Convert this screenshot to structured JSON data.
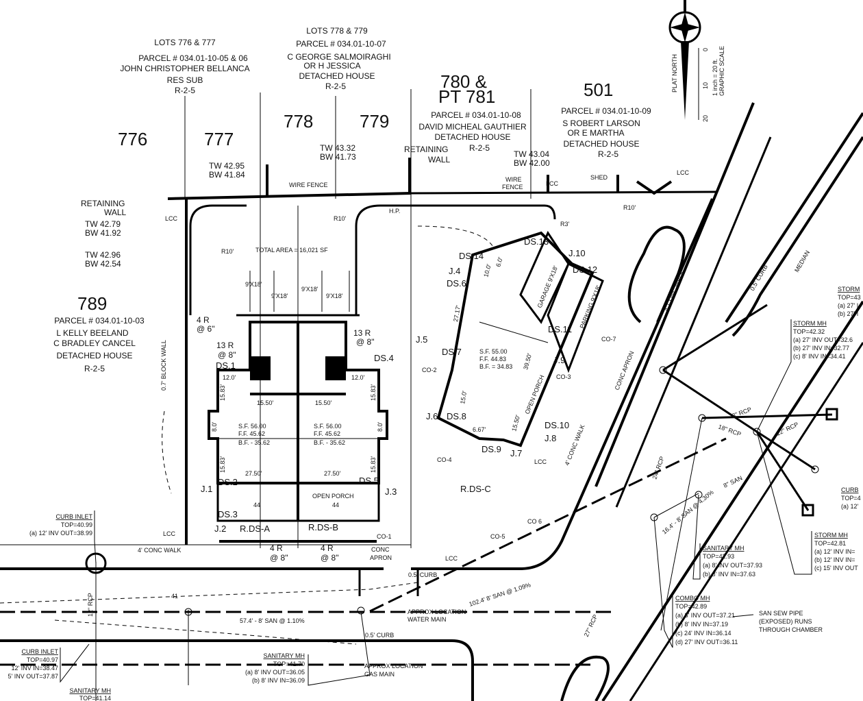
{
  "lots": {
    "l776": "776",
    "l777": "777",
    "l778": "778",
    "l779": "779",
    "l780a": "780 &",
    "l780b": "PT 781",
    "l501": "501",
    "l789": "789"
  },
  "parcels": {
    "p776_777": [
      "LOTS 776 & 777",
      "PARCEL # 034.01-10-05 & 06",
      "JOHN CHRISTOPHER BELLANCA",
      "RES SUB",
      "R-2-5"
    ],
    "p778_779": [
      "LOTS 778 & 779",
      "PARCEL # 034.01-10-07",
      "C GEORGE SALMOIRAGHI",
      "OR    H JESSICA",
      "DETACHED HOUSE",
      "R-2-5"
    ],
    "p780": [
      "PARCEL # 034.01-10-08",
      "DAVID MICHEAL GAUTHIER",
      "DETACHED HOUSE",
      "R-2-5"
    ],
    "p501": [
      "PARCEL # 034.01-10-09",
      "S ROBERT LARSON",
      "OR     E MARTHA",
      "DETACHED HOUSE",
      "R-2-5"
    ],
    "p789": [
      "PARCEL # 034.01-10-03",
      "L KELLY BEELAND",
      "C BRADLEY CANCEL",
      "DETACHED HOUSE",
      "R-2-5"
    ]
  },
  "north_arrow": {
    "label": "PLAT NORTH",
    "scale_label": "GRAPHIC SCALE",
    "scale_note": "1 inch = 20 ft.",
    "ticks": [
      "0",
      "10",
      "20"
    ]
  },
  "walls": {
    "tw1": "TW 42.95",
    "bw1": "BW 41.84",
    "tw2": "TW 43.32",
    "bw2": "BW 41.73",
    "tw3": "TW 43.04",
    "bw3": "BW 42.00",
    "ret_left": [
      "RETAINING",
      "WALL"
    ],
    "tw4": "TW 42.79",
    "bw4": "BW 41.92",
    "tw5": "TW 42.96",
    "bw5": "BW 42.54",
    "ret_top": [
      "RETAINING",
      "WALL"
    ],
    "wire_fence": "WIRE FENCE",
    "wire_fence2": [
      "WIRE",
      "FENCE"
    ],
    "block_wall": "0.7' BLOCK WALL",
    "shed": "SHED"
  },
  "site": {
    "total_area": "TOTAL AREA = 16,021 SF",
    "parking": "9'X18'",
    "garage": "GARAGE 9'X18'",
    "parking_label": "PARKING 9'X18'",
    "open_porch": "OPEN PORCH",
    "conc_walk": "4' CONC WALK",
    "conc_walk2": "4' CONC WALK",
    "conc_apron": [
      "CONC",
      "APRON"
    ],
    "conc_apron2": "CONC APRON",
    "curb": "0.5' CURB",
    "curb2": "0.5' CURB",
    "median": "MEDIAN",
    "r10": "R10'",
    "r3": "R3'",
    "lcc": "LCC",
    "hp": "H.P."
  },
  "duplex": {
    "sf": "S.F.   56.00",
    "ff": "F.F.   45.62",
    "bf": "B.F. - 35.62",
    "dim_12": "12.0'",
    "dim_1550": "15.50'",
    "dim_2750": "27.50'",
    "dim_1583": "15.83'",
    "dim_80": "8.0'",
    "steps_4r": [
      "4 R",
      "@ 6\""
    ],
    "steps_13r": [
      "13 R",
      "@ 8\""
    ],
    "steps_4r8": [
      "4 R",
      "@ 8\""
    ],
    "porch_elev": "44"
  },
  "house": {
    "sf": "S.F.   55.00",
    "ff": "F.F.   44.83",
    "bf": "B.F. = 34.83",
    "open_porch": "OPEN PORCH",
    "dims": [
      "27.17'",
      "39.50'",
      "10.0'",
      "6.0'",
      "15.50'",
      "15.0'",
      "6.67'"
    ]
  },
  "downspouts": [
    "DS.1",
    "DS.2",
    "DS.3",
    "DS.4",
    "DS.5",
    "DS.6",
    "DS.7",
    "DS.8",
    "DS.9",
    "DS.10",
    "DS.11",
    "DS.12",
    "DS.13",
    "DS.14",
    "R.DS-A",
    "R.DS-B",
    "R.DS-C"
  ],
  "junctions": [
    "J.1",
    "J.2",
    "J.3",
    "J.4",
    "J.5",
    "J.6",
    "J.7",
    "J.8",
    "J.9",
    "J.10"
  ],
  "cleanouts": [
    "CO-1",
    "CO-2",
    "CO-3",
    "CO-4",
    "CO-5",
    "CO 6",
    "CO-7"
  ],
  "utilities": {
    "san_pipe1": "57.4' - 8' SAN @ 1.10%",
    "san_pipe2": "102.4' 8' SAN @ 1.09%",
    "san_pipe3": "16.4' - 8' SAN @ 4.30%",
    "water": [
      "APPROX LOCATION",
      "WATER MAIN"
    ],
    "gas": [
      "APPROX LOCATION",
      "GAS MAIN"
    ],
    "rcp": [
      "12\" RCP",
      "24\" RCP",
      "27\" RCP",
      "18\" RCP",
      "8\" RCP",
      "12\" RCP",
      "8\" SAN"
    ],
    "san_note": [
      "SAN SEW PIPE",
      "(EXPOSED) RUNS",
      "THROUGH CHAMBER"
    ],
    "contour": "41"
  },
  "structures": {
    "curb_inlet_1": {
      "title": "CURB INLET",
      "lines": [
        "TOP=40.99",
        "(a) 12' INV OUT=38.99"
      ]
    },
    "curb_inlet_2": {
      "title": "CURB INLET",
      "lines": [
        "TOP=40.97",
        "12' INV IN=38.47",
        "5' INV OUT=37.87"
      ]
    },
    "sanitary_mh_1": {
      "title": "SANITARY MH",
      "lines": [
        "TOP=41.14"
      ]
    },
    "sanitary_mh_2": {
      "title": "SANITARY MH",
      "lines": [
        "TOP=41.70",
        "(a) 8' INV OUT=36.05",
        "(b) 8' INV IN=36.09"
      ]
    },
    "sanitary_mh_3": {
      "title": "SANITARY MH",
      "lines": [
        "TOP=42.93",
        "(a) 8' INV OUT=37.93",
        "(b) 8' INV IN=37.63"
      ]
    },
    "combo_mh": {
      "title": "COMBO MH",
      "lines": [
        "TOP=42.89",
        "(a) 8' INV OUT=37.21",
        "(b) 8' INV IN=37.19",
        "(c) 24' INV IN=36.14",
        "(d) 27' INV OUT=36.11"
      ]
    },
    "storm_mh_1": {
      "title": "STORM MH",
      "lines": [
        "TOP=42.32",
        "(a) 27' INV OUT=32.6",
        "(b) 27' INV IN=32.77",
        "(c) 8' INV IN=34.41"
      ]
    },
    "storm_mh_2": {
      "title": "STORM",
      "lines": [
        "TOP=43",
        "(a) 27' I",
        "(b) 27' I"
      ]
    },
    "curb_3": {
      "title": "CURB",
      "lines": [
        "TOP=4",
        "(a) 12'"
      ]
    },
    "storm_mh_3": {
      "title": "STORM MH",
      "lines": [
        "TOP=42.81",
        "(a) 12' INV IN=",
        "(b) 12' INV IN=",
        "(c) 15' INV OUT"
      ]
    }
  }
}
